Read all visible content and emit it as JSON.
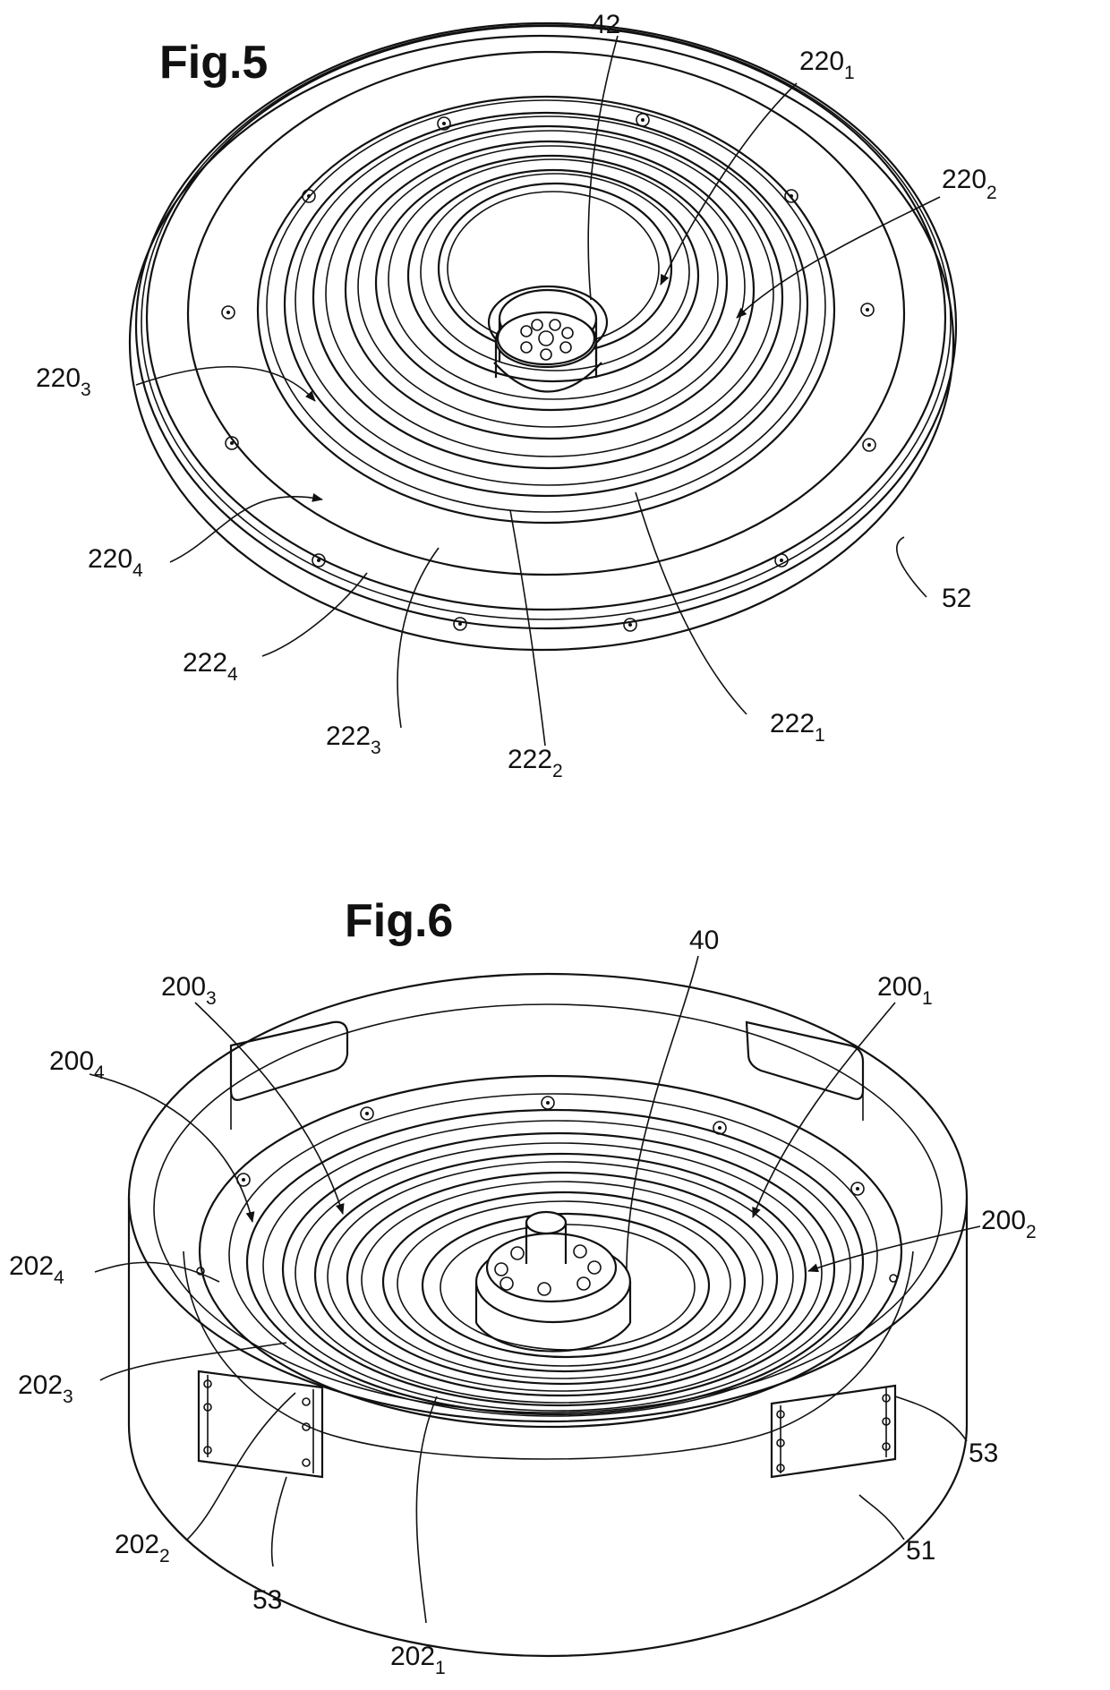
{
  "figures": [
    {
      "title": "Fig.5",
      "labels": {
        "l42": "42",
        "l2201": "220",
        "l2201s": "1",
        "l2202": "220",
        "l2202s": "2",
        "l2203": "220",
        "l2203s": "3",
        "l2204": "220",
        "l2204s": "4",
        "l2224": "222",
        "l2224s": "4",
        "l2223": "222",
        "l2223s": "3",
        "l2222": "222",
        "l2222s": "2",
        "l2221": "222",
        "l2221s": "1",
        "l52": "52"
      }
    },
    {
      "title": "Fig.6",
      "labels": {
        "l40": "40",
        "l2003": "200",
        "l2003s": "3",
        "l2001": "200",
        "l2001s": "1",
        "l2004": "200",
        "l2004s": "4",
        "l2002": "200",
        "l2002s": "2",
        "l2024": "202",
        "l2024s": "4",
        "l2023": "202",
        "l2023s": "3",
        "l2022": "202",
        "l2022s": "2",
        "l2021": "202",
        "l2021s": "1",
        "l53a": "53",
        "l53b": "53",
        "l51": "51"
      }
    }
  ]
}
